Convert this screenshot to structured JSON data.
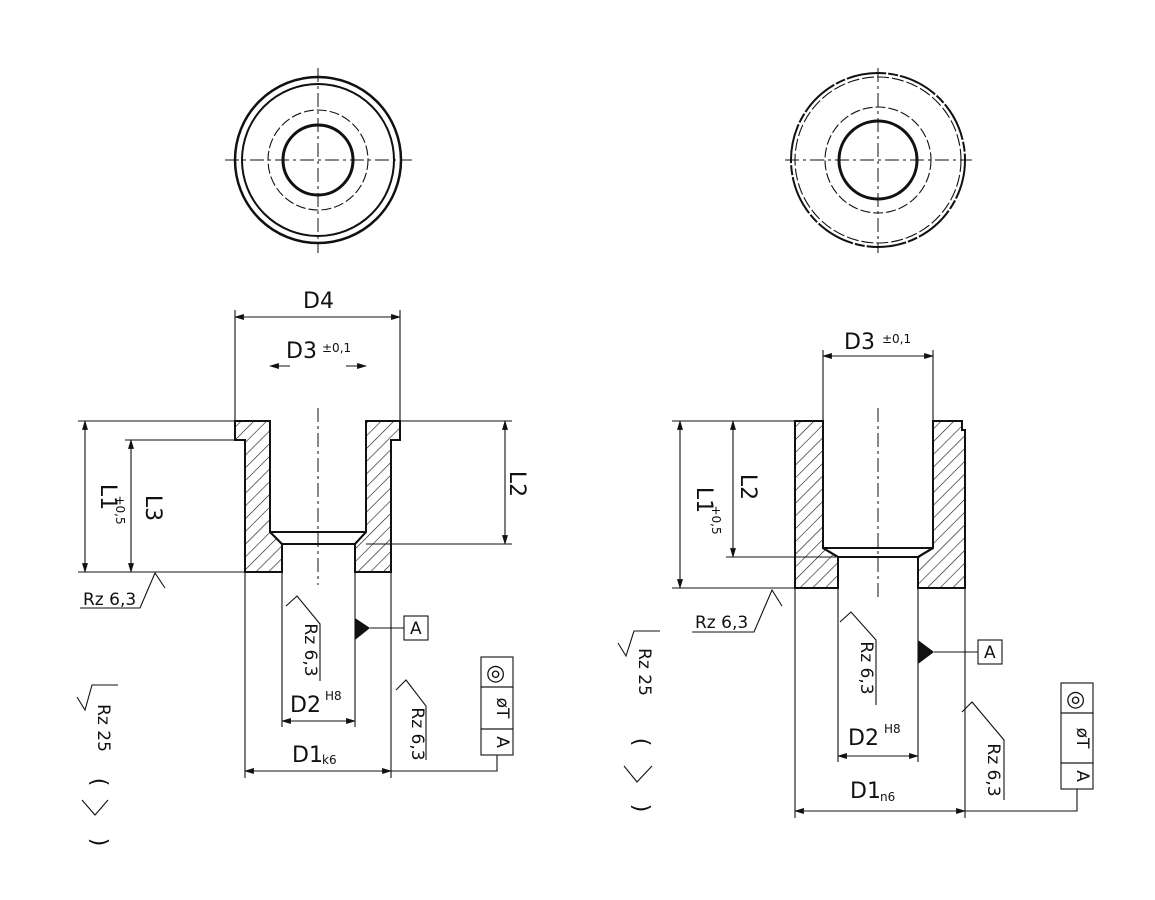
{
  "left_view": {
    "d4": "D4",
    "d3": "D3",
    "d3_tol": "±0,1",
    "l1": "L1",
    "l1_tol": "+0,5",
    "l3": "L3",
    "l2": "L2",
    "rz_face": "Rz 6,3",
    "rz_bore": "Rz 6,3",
    "rz_od": "Rz 6,3",
    "datum": "A",
    "d2": "D2",
    "d2_fit": "H8",
    "d1": "D1",
    "d1_fit": "k6",
    "fcf_symbol": "◎",
    "fcf_tol": "øT",
    "fcf_datum": "A",
    "general_rz": "Rz 25",
    "general_paren_open": "(",
    "general_paren_close": ")"
  },
  "right_view": {
    "d3": "D3",
    "d3_tol": "±0,1",
    "l1": "L1",
    "l1_tol": "+0,5",
    "l2": "L2",
    "rz_face": "Rz 6,3",
    "rz_bore": "Rz 6,3",
    "rz_od": "Rz 6,3",
    "datum": "A",
    "d2": "D2",
    "d2_fit": "H8",
    "d1": "D1",
    "d1_fit": "n6",
    "fcf_symbol": "◎",
    "fcf_tol": "øT",
    "fcf_datum": "A",
    "general_rz": "Rz 25",
    "general_paren_open": "(",
    "general_paren_close": ")"
  }
}
